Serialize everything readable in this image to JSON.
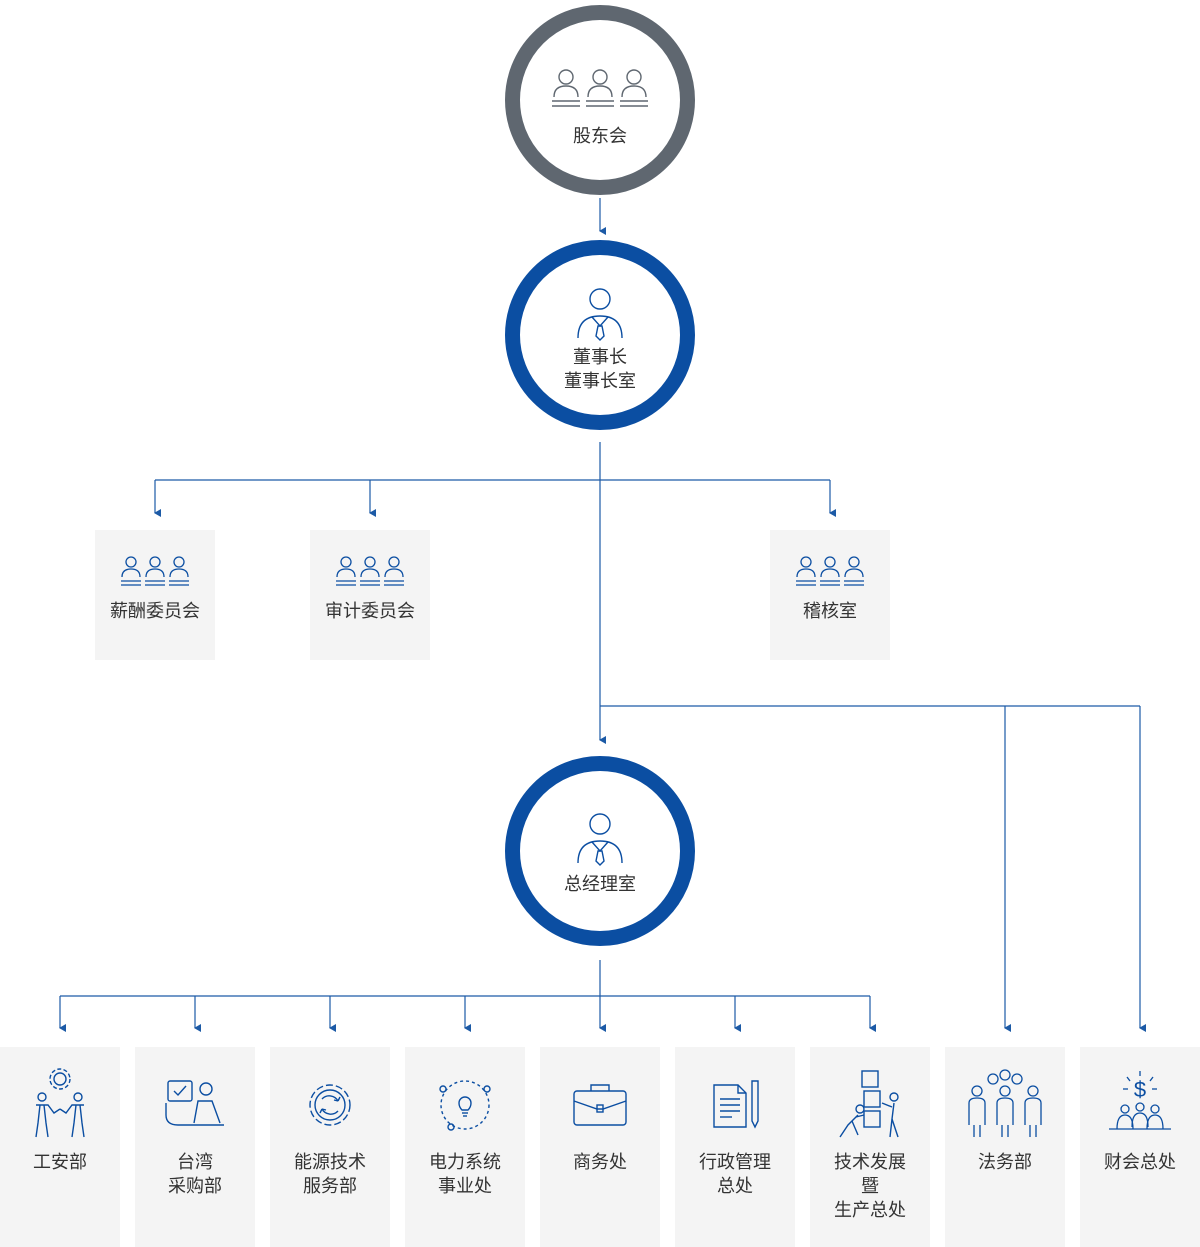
{
  "shareholders": {
    "label": "股东会",
    "icon": "shareholders-group-icon"
  },
  "chairman": {
    "line1": "董事长",
    "line2": "董事长室",
    "icon": "executive-person-icon"
  },
  "committees": [
    {
      "label": "薪酬委员会",
      "icon": "committee-group-icon"
    },
    {
      "label": "审计委员会",
      "icon": "committee-group-icon"
    },
    {
      "label": "稽核室",
      "icon": "committee-group-icon"
    }
  ],
  "gm": {
    "label": "总经理室",
    "icon": "executive-person-icon"
  },
  "departments": [
    {
      "lines": [
        "工安部"
      ],
      "icon": "safety-gear-people-icon"
    },
    {
      "lines": [
        "台湾",
        "采购部"
      ],
      "icon": "purchasing-desk-icon"
    },
    {
      "lines": [
        "能源技术",
        "服务部"
      ],
      "icon": "energy-cycle-gear-icon"
    },
    {
      "lines": [
        "电力系统",
        "事业处"
      ],
      "icon": "lightbulb-network-icon"
    },
    {
      "lines": [
        "商务处"
      ],
      "icon": "briefcase-icon"
    },
    {
      "lines": [
        "行政管理",
        "总处"
      ],
      "icon": "document-pen-icon"
    },
    {
      "lines": [
        "技术发展",
        "暨",
        "生产总处"
      ],
      "icon": "production-workers-icon"
    },
    {
      "lines": [
        "法务部"
      ],
      "icon": "legal-team-icon"
    },
    {
      "lines": [
        "财会总处"
      ],
      "icon": "finance-dollar-icon"
    }
  ],
  "colors": {
    "gray_ring": "#5f6770",
    "blue_ring": "#0b4ea2",
    "connector": "#1c5aa6",
    "box_bg": "#f4f4f4",
    "icon_blue": "#0b4ea2"
  }
}
